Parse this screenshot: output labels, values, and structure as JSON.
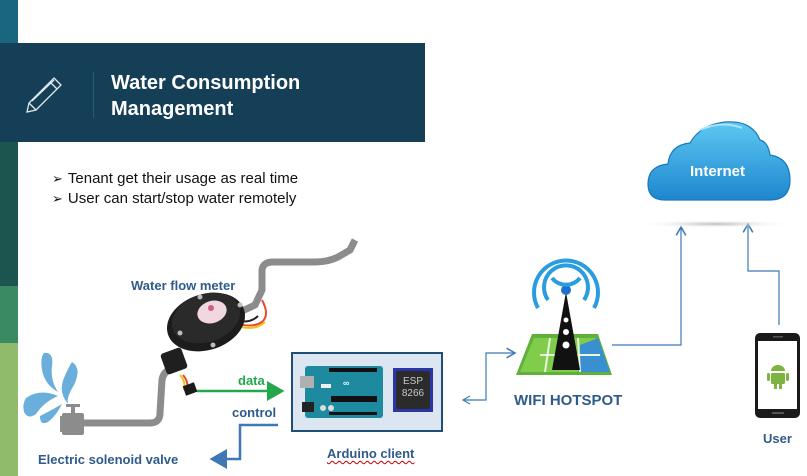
{
  "slide": {
    "title_line1": "Water Consumption",
    "title_line2": "Management",
    "title_icon": "pencil-icon",
    "colors": {
      "header_bg": "#153f56",
      "band_1": "#1a6680",
      "band_2": "#153f56",
      "band_3": "#1c5450",
      "band_4": "#3a8a63",
      "band_5": "#8fbb6a",
      "label_blue": "#2f5b8a",
      "data_green": "#22a84a",
      "cloud_blue": "#2a9de0"
    }
  },
  "bullets": [
    {
      "mark": "➢",
      "text": "Tenant get their usage as real time"
    },
    {
      "mark": "➢",
      "text": "User can start/stop water remotely"
    }
  ],
  "diagram": {
    "water_flow_meter": "Water flow meter",
    "solenoid_valve": "Electric solenoid valve",
    "data_label": "data",
    "control_label": "control",
    "arduino_label": "Arduino client",
    "esp_chip_line1": "ESP",
    "esp_chip_line2": "8266",
    "wifi_label": "WIFI HOTSPOT",
    "internet_label": "Internet",
    "user_label": "User"
  }
}
